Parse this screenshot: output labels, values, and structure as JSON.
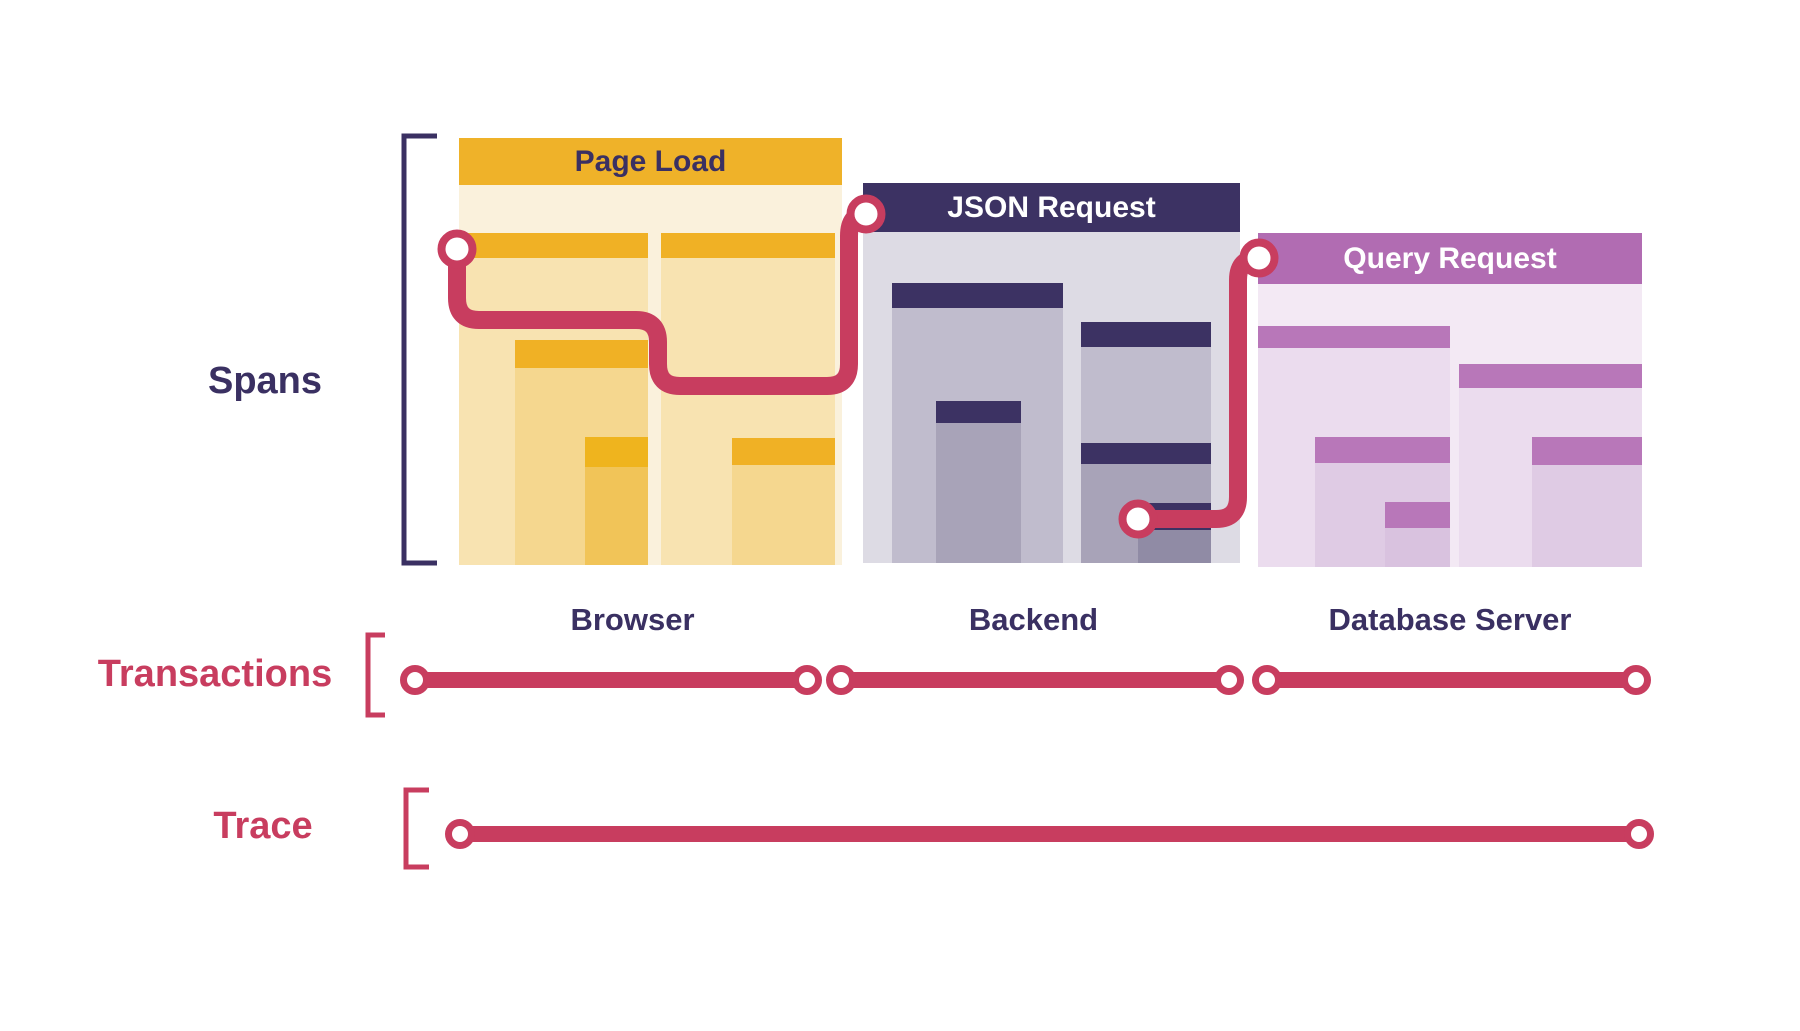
{
  "diagram": {
    "row_labels": {
      "spans": "Spans",
      "transactions": "Transactions",
      "trace": "Trace"
    },
    "blocks": [
      {
        "title": "Page Load",
        "caption": "Browser"
      },
      {
        "title": "JSON Request",
        "caption": "Backend"
      },
      {
        "title": "Query Request",
        "caption": "Database Server"
      }
    ],
    "colors": {
      "accent_red": "#C83D5F",
      "navy_text": "#3A3062",
      "browser_header": "#EFB229",
      "backend_header": "#3C3263",
      "database_header": "#B16CB2"
    }
  }
}
